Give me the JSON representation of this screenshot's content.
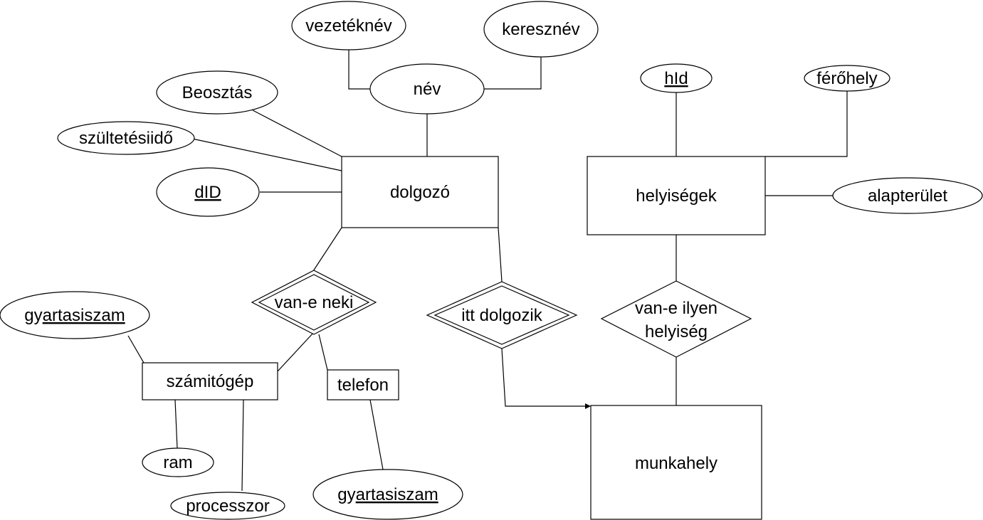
{
  "entities": {
    "dolgozo": "dolgozó",
    "helyisegek": "helyiségek",
    "szamitogep": "számitógép",
    "telefon": "telefon",
    "munkahely": "munkahely"
  },
  "attributes": {
    "vezeteknev": "vezetéknév",
    "keresznev": "keresznév",
    "nev": "név",
    "beosztas": "Beosztás",
    "szuletesiido": "szültetésiidő",
    "did": "dID",
    "hid": "hId",
    "ferohely": "férőhely",
    "alapterulet": "alapterület",
    "gyartasiszam_pc_prefix": "gy",
    "gyartasiszam_pc_key": "artasiszam",
    "ram": "ram",
    "processzor": "processzor",
    "gyartasiszam_tel_prefix": "gy",
    "gyartasiszam_tel_key": "artasiszam"
  },
  "relationships": {
    "van_e_neki": "van-e neki",
    "itt_dolgozik": "itt dolgozik",
    "van_e_ilyen_line1": "van-e ilyen",
    "van_e_ilyen_line2": "helyiség"
  }
}
